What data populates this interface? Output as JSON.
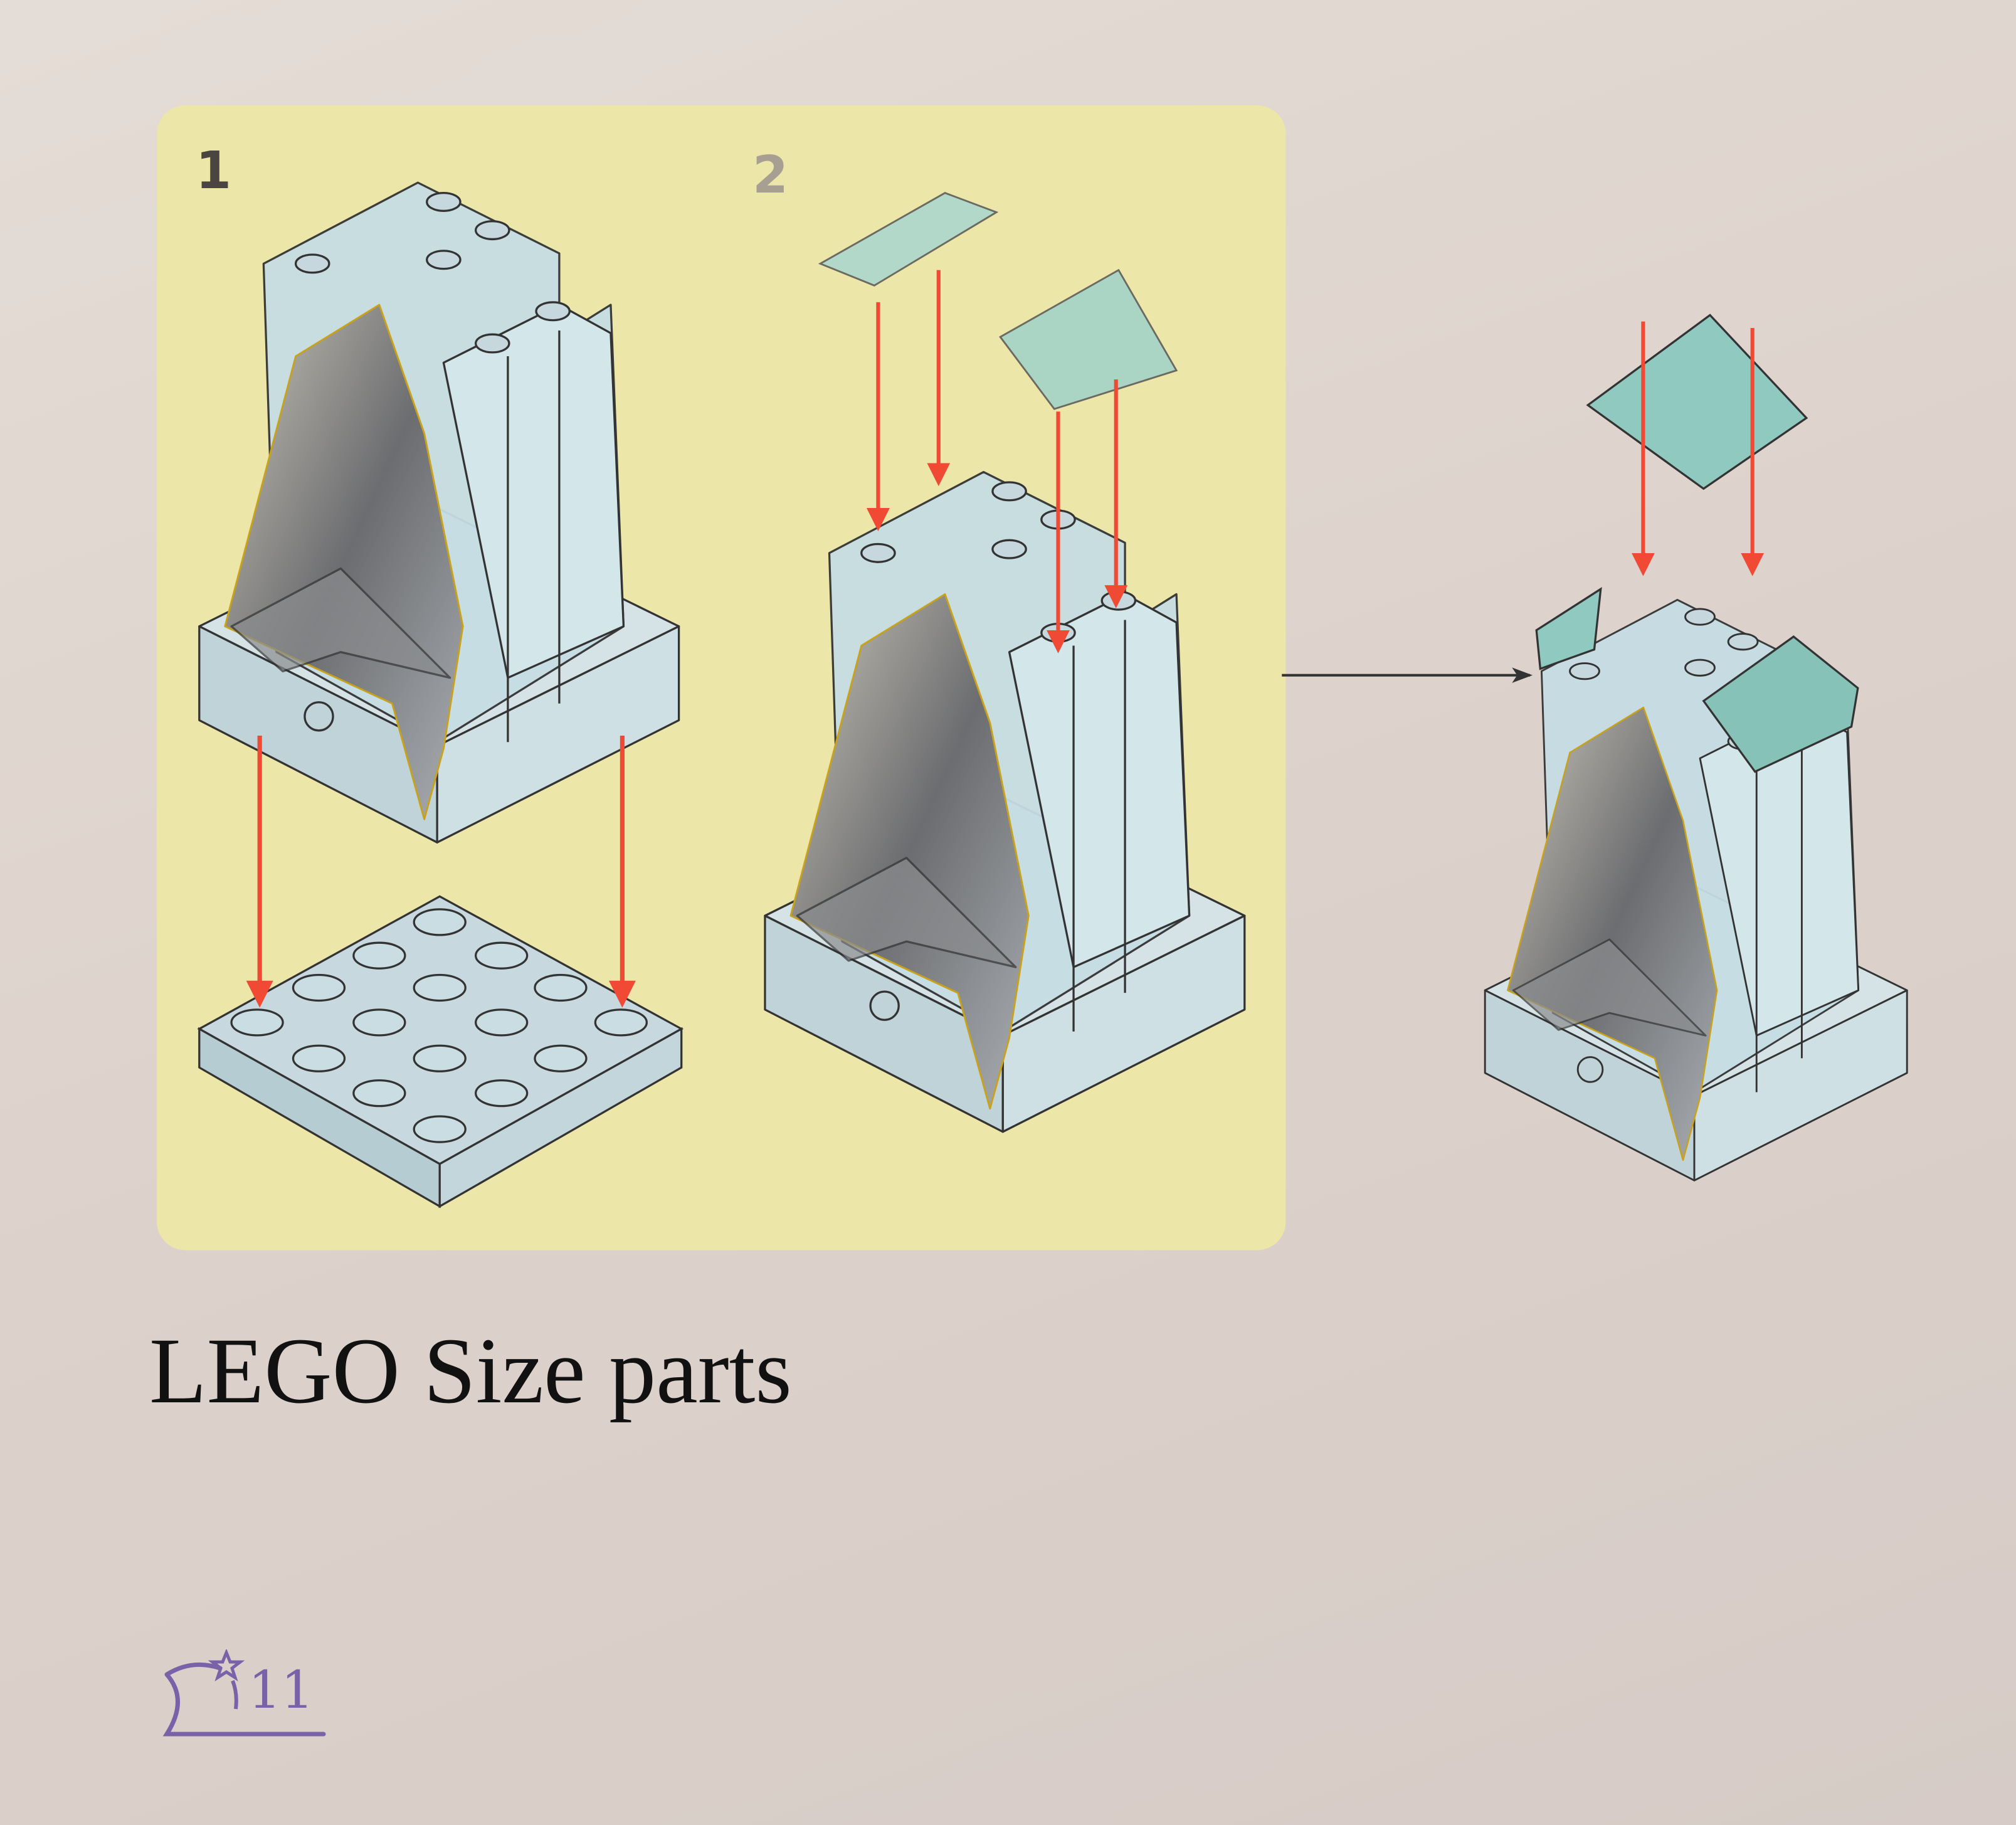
{
  "steps": [
    {
      "number": "1"
    },
    {
      "number": "2"
    }
  ],
  "caption": "LEGO Size parts",
  "page_number": "11",
  "colors": {
    "panel": "#ece6a8",
    "arrow": "#f04a35",
    "brick_clear": "#c9dde3",
    "slope_teal": "#8fc9c0",
    "rock": "#6f7072",
    "page_number": "#7a62a8"
  },
  "icons": {
    "page_badge": "moon-star-icon"
  }
}
